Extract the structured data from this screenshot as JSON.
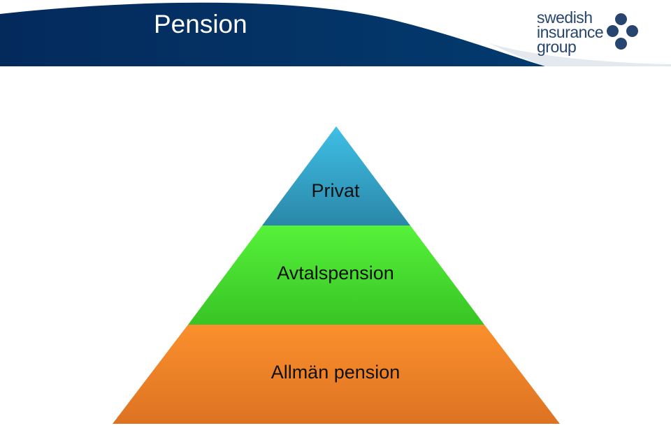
{
  "header": {
    "title": "Pension"
  },
  "logo": {
    "line1": "swedish",
    "line2": "insurance",
    "line3": "group"
  },
  "pyramid": {
    "tiers": [
      {
        "label": "Privat",
        "color": "#3fb3d8"
      },
      {
        "label": "Avtalspension",
        "color": "#52ee32"
      },
      {
        "label": "Allmän pension",
        "color": "#f98a2b"
      }
    ]
  },
  "colors": {
    "header_navy": "#033064",
    "logo": "#27456f"
  }
}
